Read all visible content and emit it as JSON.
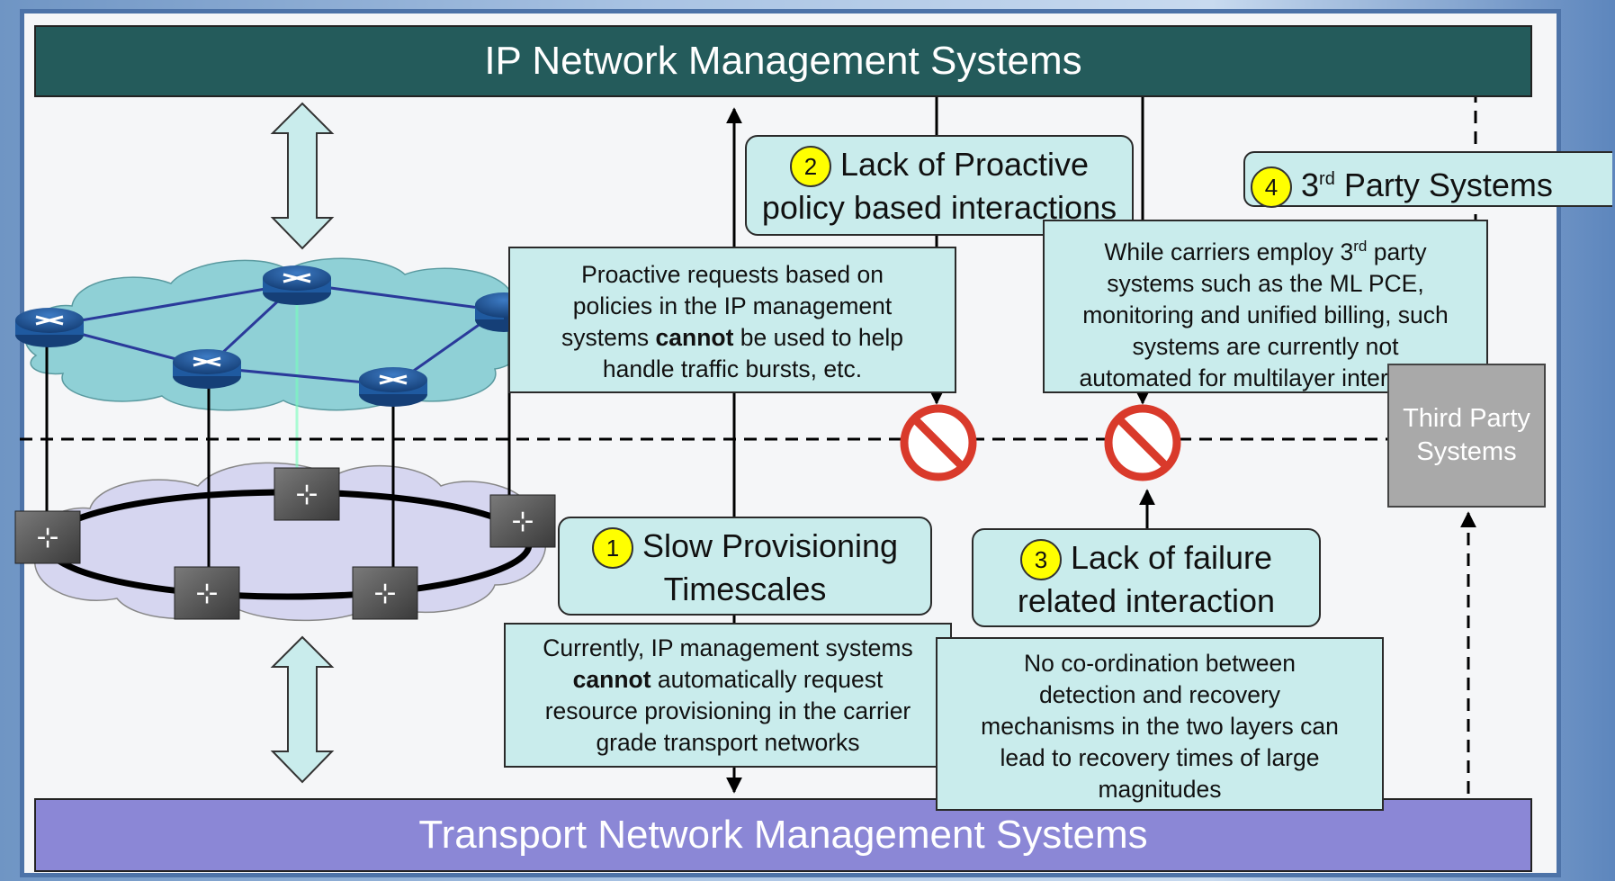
{
  "top_bar": {
    "title": "IP Network Management Systems"
  },
  "bottom_bar": {
    "title": "Transport Network Management Systems"
  },
  "issue1": {
    "number": "1",
    "title_line1": "Slow Provisioning",
    "title_line2": "Timescales",
    "note_line1": "Currently, IP management systems",
    "note_bold": "cannot",
    "note_line2_rest": " automatically request",
    "note_line3": "resource provisioning in the carrier",
    "note_line4": "grade transport networks"
  },
  "issue2": {
    "number": "2",
    "title_line1": "Lack of Proactive",
    "title_line2": "policy based interactions",
    "note_line1": "Proactive requests based on",
    "note_line2": "policies in the IP management",
    "note_line3_pre": "systems ",
    "note_bold": "cannot",
    "note_line3_post": " be used to help",
    "note_line4": "handle traffic bursts, etc."
  },
  "issue3": {
    "number": "3",
    "title_line1": "Lack of failure",
    "title_line2": "related interaction",
    "note_line1": "No co-ordination between",
    "note_line2": "detection and recovery",
    "note_line3": "mechanisms in the two layers can",
    "note_line4": "lead to recovery times of large",
    "note_line5": "magnitudes"
  },
  "issue4": {
    "number": "4",
    "title_pre": "3",
    "title_sup": "rd",
    "title_post": " Party Systems",
    "note_line1_pre": "While carriers employ 3",
    "note_line1_sup": "rd",
    "note_line1_post": " party",
    "note_line2": "systems such as the ML PCE,",
    "note_line3": "monitoring and unified billing, such",
    "note_line4": "systems are currently not",
    "note_line5": "automated for multilayer interaction"
  },
  "third_party_box": {
    "line1": "Third Party",
    "line2": "Systems"
  },
  "colors": {
    "ip_bar": "#245b5b",
    "transport_bar": "#8b87d6",
    "callout": "#c9ecec",
    "badge": "#ffff00",
    "prohibit": "#d93a2b",
    "router": "#1f5aa0",
    "ip_cloud": "#8fd0d6",
    "transport_cloud": "#d6d6f0"
  },
  "icons": [
    "router-icon",
    "optical-switch-icon",
    "prohibited-icon",
    "double-arrow-icon"
  ]
}
